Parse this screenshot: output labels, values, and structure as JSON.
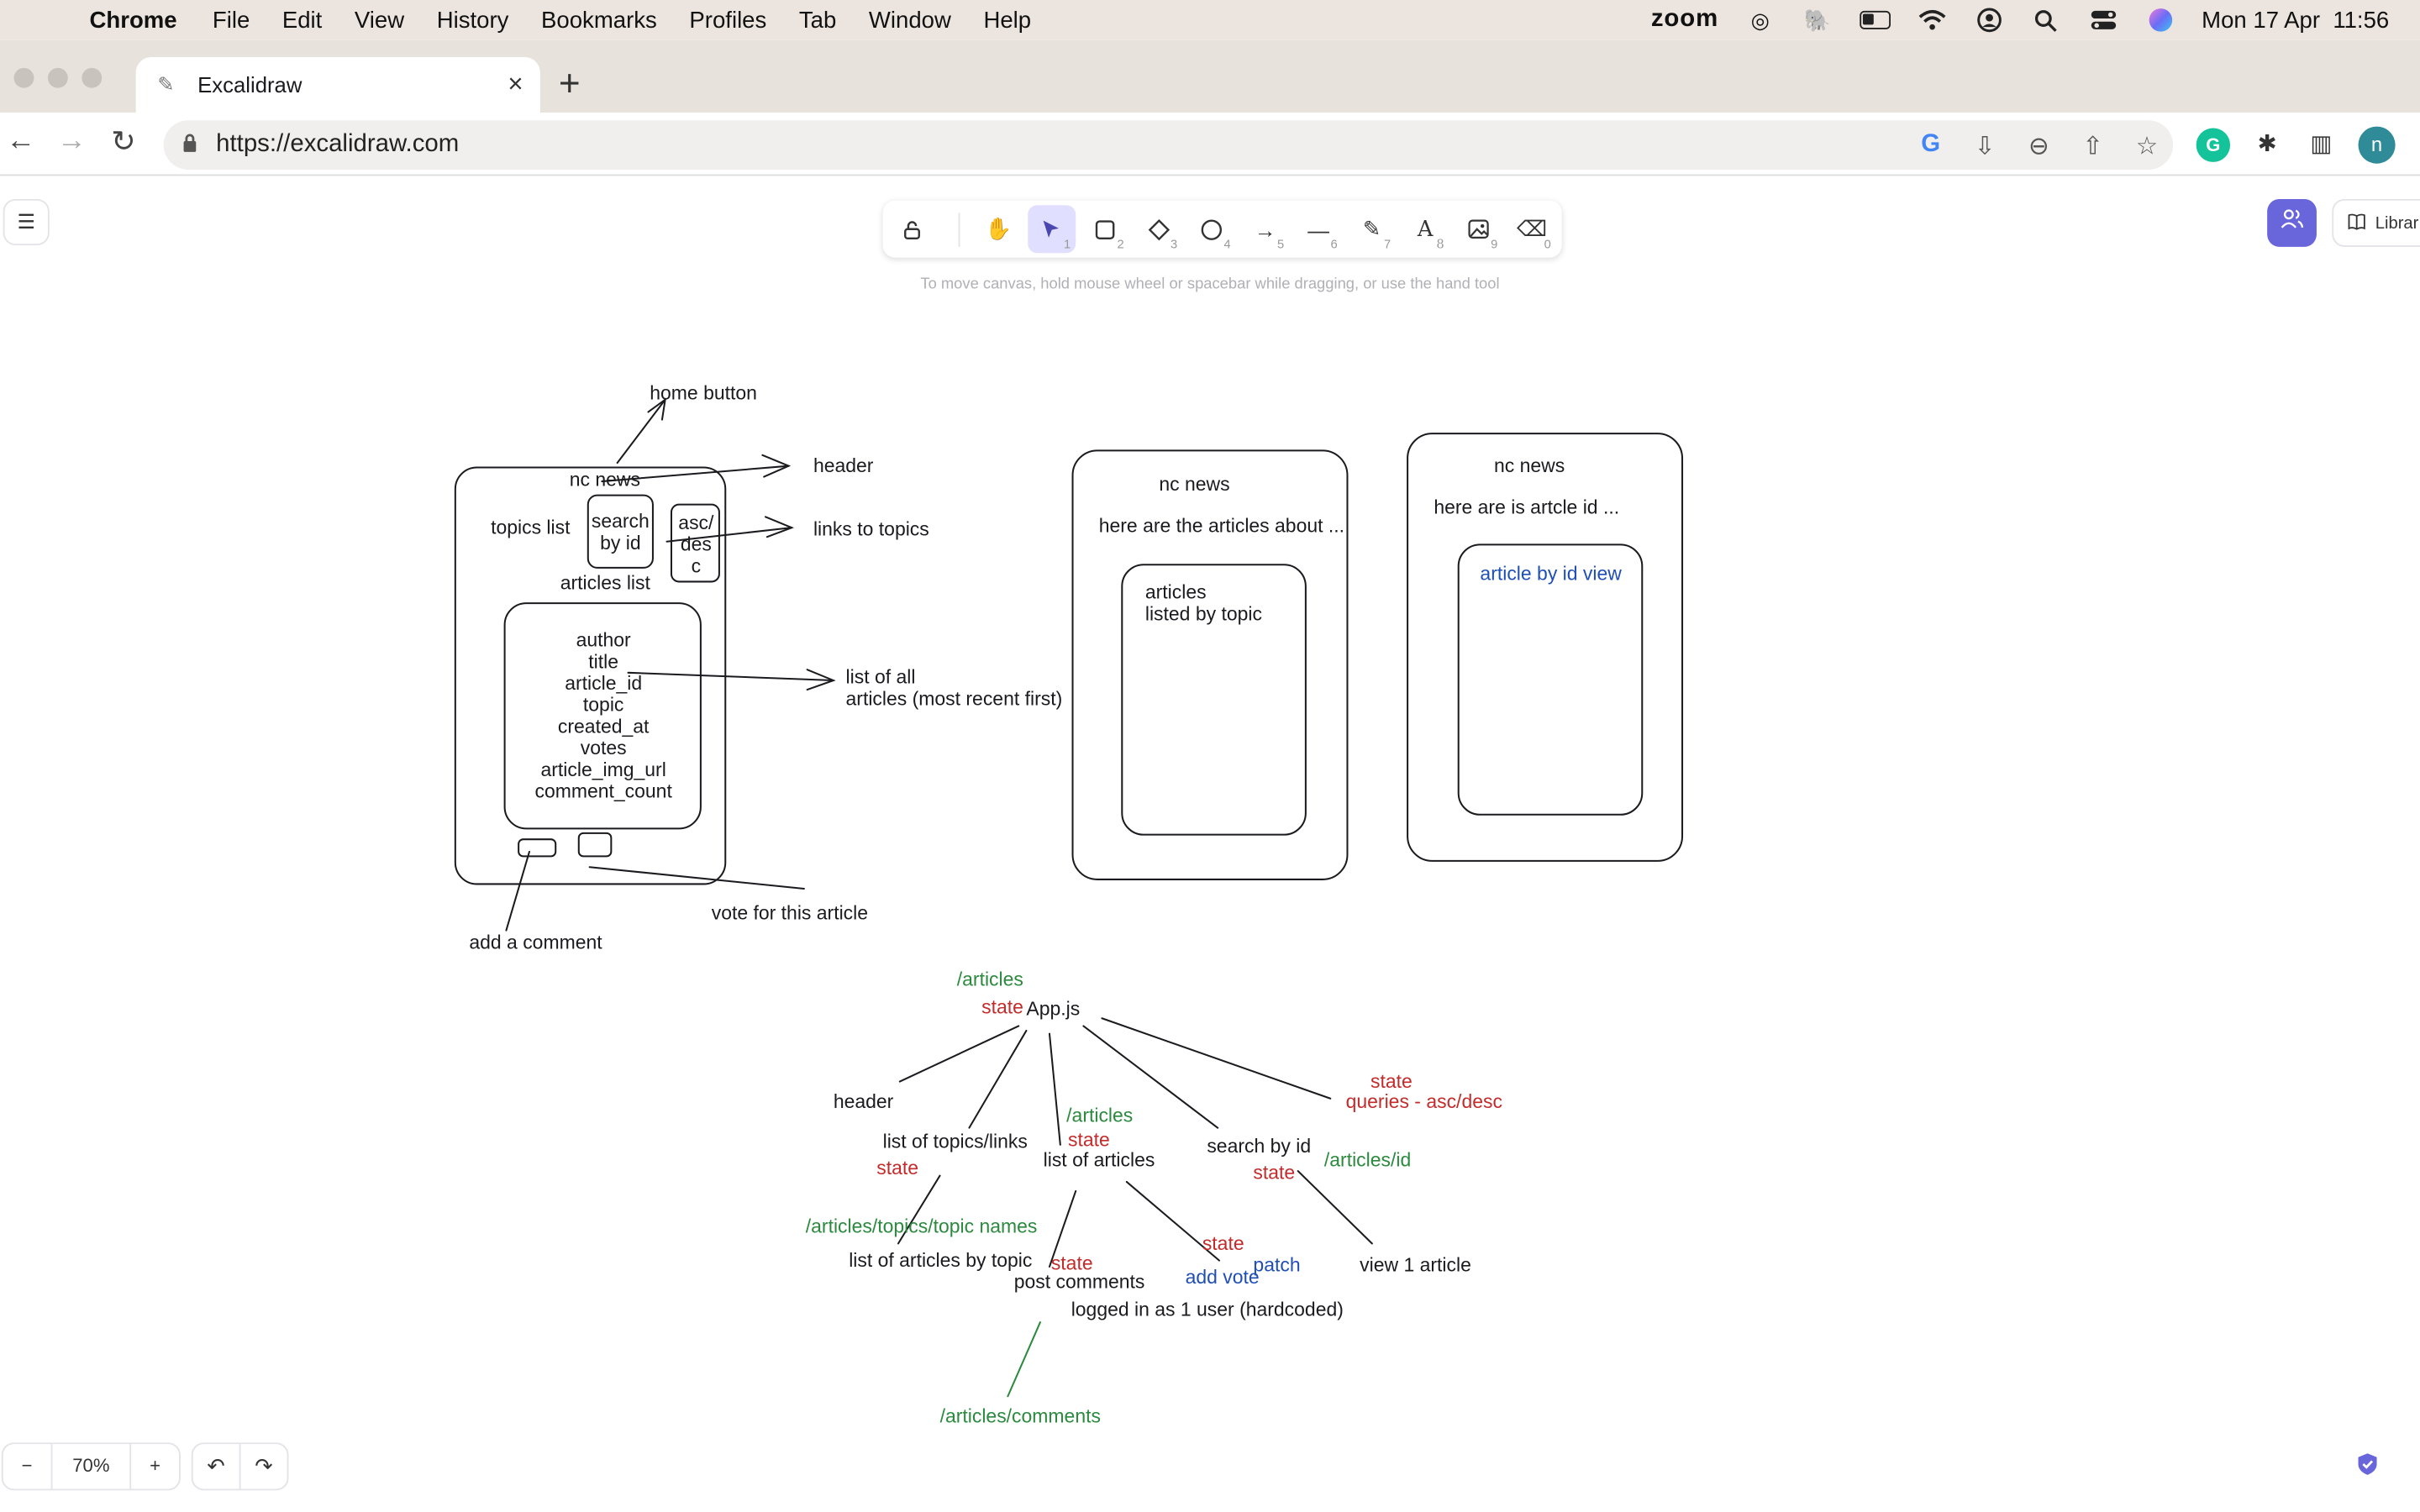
{
  "menubar": {
    "app": "Chrome",
    "items": [
      "File",
      "Edit",
      "View",
      "History",
      "Bookmarks",
      "Profiles",
      "Tab",
      "Window",
      "Help"
    ],
    "zoom_label": "zoom",
    "datetime": "Mon 17 Apr  11:56"
  },
  "browser": {
    "tab_title": "Excalidraw",
    "url": "https://excalidraw.com",
    "profile_initial": "n"
  },
  "excalidraw": {
    "hint": "To move canvas, hold mouse wheel or spacebar while dragging, or use the hand tool",
    "tool_keys": [
      "1",
      "2",
      "3",
      "4",
      "5",
      "6",
      "7",
      "8",
      "9",
      "0"
    ],
    "library_label": "Librar",
    "zoom_level": "70%",
    "zoom_out": "−",
    "zoom_in": "+"
  },
  "drawing": {
    "wireframe1": {
      "home_button": "home button",
      "header": "header",
      "nc_news": "nc news",
      "topics_list": "topics list",
      "search_by_id_1": "search",
      "search_by_id_2": "by id",
      "asc_1": "asc/",
      "asc_2": "des",
      "asc_3": "c",
      "links_to_topics": "links to topics",
      "articles_list": "articles list",
      "fields": [
        "author",
        "title",
        "article_id",
        "topic",
        "created_at",
        "votes",
        "article_img_url",
        "comment_count"
      ],
      "list_of_all_1": "list of all",
      "list_of_all_2": "articles (most recent first)",
      "add_comment": "add a comment",
      "vote": "vote for this article"
    },
    "wireframe2": {
      "nc_news": "nc news",
      "caption": "here are the articles about ...",
      "inner_1": "articles",
      "inner_2": "listed by topic"
    },
    "wireframe3": {
      "nc_news": "nc news",
      "caption": "here are is artcle id ...",
      "inner": "article by id view"
    },
    "tree": {
      "root_path": "/articles",
      "root_state": "state",
      "root": "App.js",
      "header": "header",
      "topics_links": "list of topics/links",
      "topics_state": "state",
      "topics_path": "/articles/topics/topic names",
      "articles_by_topic": "list of articles by topic",
      "list_path": "/articles",
      "list_state": "state",
      "list_of_articles": "list of articles",
      "post_state": "state",
      "post_comments": "post comments",
      "vote_state": "state",
      "add_vote": "add vote",
      "patch": "patch",
      "logged_in": "logged in as 1 user (hardcoded)",
      "comments_path": "/articles/comments",
      "search_by_id": "search by id",
      "search_state": "state",
      "search_path": "/articles/id",
      "view_article": "view 1 article",
      "queries_state": "state",
      "queries": "queries - asc/desc"
    }
  }
}
